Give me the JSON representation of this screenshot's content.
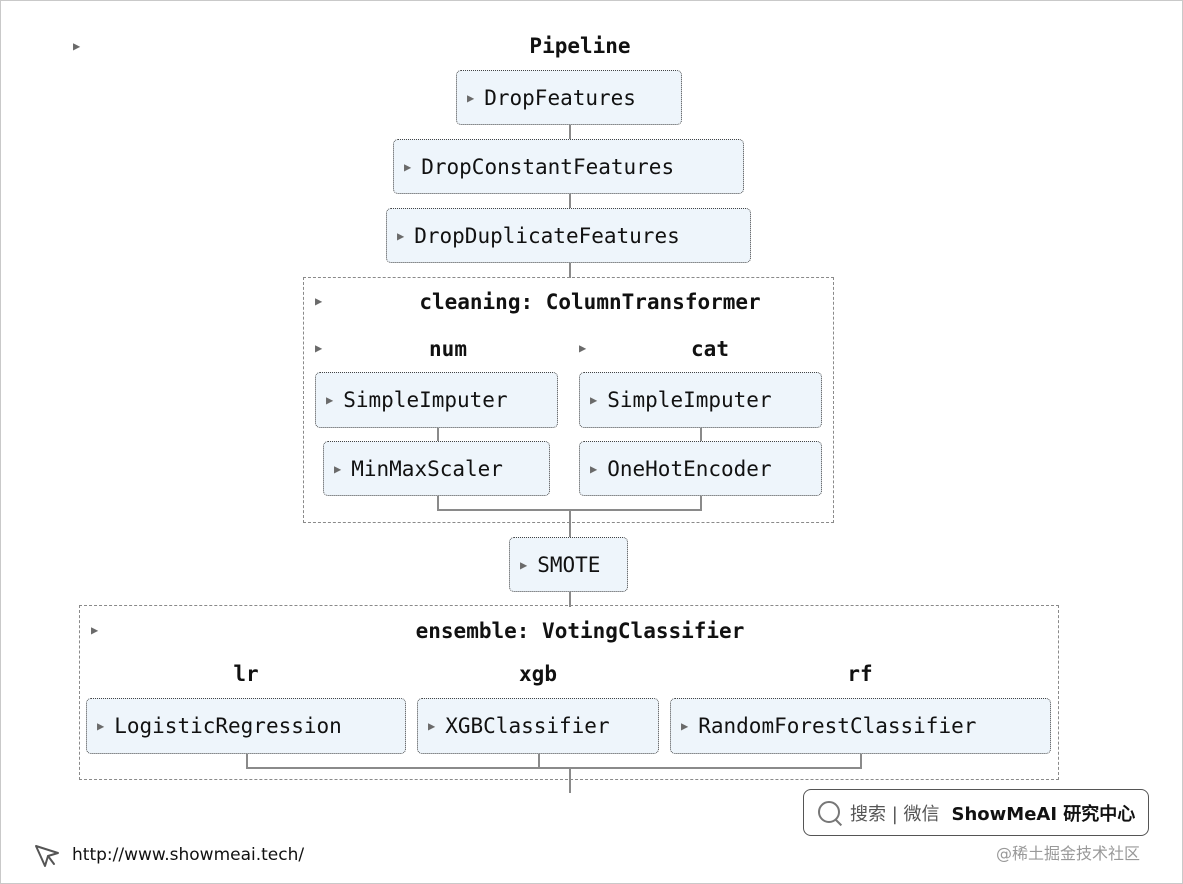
{
  "pipeline": {
    "title": "Pipeline",
    "steps": [
      "DropFeatures",
      "DropConstantFeatures",
      "DropDuplicateFeatures"
    ]
  },
  "cleaning": {
    "title": "cleaning: ColumnTransformer",
    "num": {
      "label": "num",
      "steps": [
        "SimpleImputer",
        "MinMaxScaler"
      ]
    },
    "cat": {
      "label": "cat",
      "steps": [
        "SimpleImputer",
        "OneHotEncoder"
      ]
    }
  },
  "smote": "SMOTE",
  "ensemble": {
    "title": "ensemble: VotingClassifier",
    "lr": {
      "label": "lr",
      "step": "LogisticRegression"
    },
    "xgb": {
      "label": "xgb",
      "step": "XGBClassifier"
    },
    "rf": {
      "label": "rf",
      "step": "RandomForestClassifier"
    }
  },
  "icons": {
    "expand": "▶"
  },
  "watermark": {
    "search_text": "搜索 | 微信",
    "brand": "ShowMeAI 研究中心",
    "url": "http://www.showmeai.tech/",
    "source": "@稀土掘金技术社区"
  },
  "colors": {
    "estimator_bg": "#eef5fb",
    "border": "#444444",
    "connector": "#8a8a8a"
  }
}
